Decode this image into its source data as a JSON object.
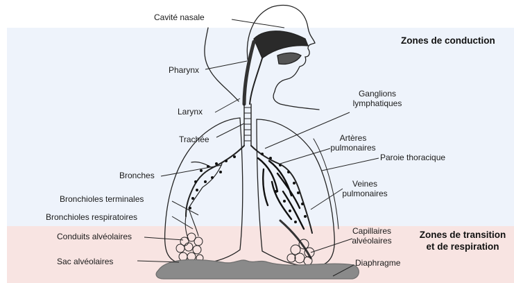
{
  "zones": {
    "conduction": "Zones de conduction",
    "transition_line1": "Zones de transition",
    "transition_line2": "et de respiration"
  },
  "labels": {
    "cavite_nasale": "Cavité nasale",
    "pharynx": "Pharynx",
    "larynx": "Larynx",
    "trachee": "Trachée",
    "bronches": "Bronches",
    "bronchioles_terminales": "Bronchioles terminales",
    "bronchioles_respiratoires": "Bronchioles respiratoires",
    "conduits_alveolaires": "Conduits alvéolaires",
    "sac_alveolaires": "Sac alvéolaires",
    "ganglions_line1": "Ganglions",
    "ganglions_line2": "lymphatiques",
    "arteres_line1": "Artères",
    "arteres_line2": "pulmonaires",
    "paroie_thoracique": "Paroie thoracique",
    "veines_line1": "Veines",
    "veines_line2": "pulmonaires",
    "capillaires_line1": "Capillaires",
    "capillaires_line2": "alvéolaires",
    "diaphragme": "Diaphragme"
  },
  "colors": {
    "conduction_band": "#eef3fb",
    "respiration_band": "#f8e4e2",
    "ink": "#1a1a1a",
    "diaphragm": "#8a8a8a"
  }
}
